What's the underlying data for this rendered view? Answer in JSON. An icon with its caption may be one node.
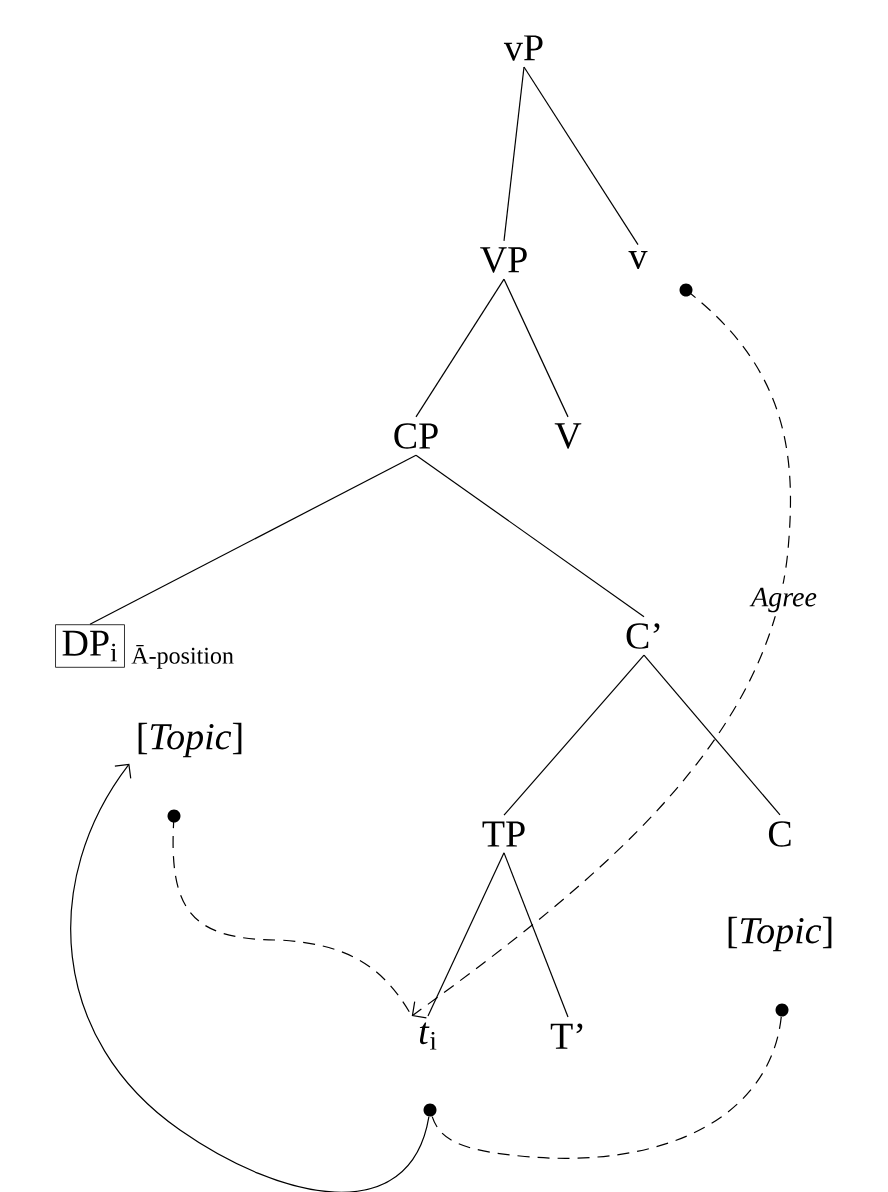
{
  "diagram": {
    "nodes": [
      {
        "text": [
          "vP"
        ]
      },
      {
        "text": [
          "VP"
        ]
      },
      {
        "text": [
          "v"
        ]
      },
      {
        "text": [
          "CP"
        ]
      },
      {
        "text": [
          "V"
        ]
      },
      {
        "text": [
          "DP$_{i}$"
        ],
        "beside": [
          "Ā-position"
        ]
      },
      {
        "text": [
          "[*Topic*]"
        ]
      },
      {
        "text": [
          "C’"
        ]
      },
      {
        "text": [
          "TP"
        ]
      },
      {
        "text": [
          "C"
        ]
      },
      {
        "text": [
          "[*Topic*]"
        ]
      },
      {
        "text": [
          "*t*$_{i}$"
        ]
      },
      {
        "text": [
          "T’"
        ]
      },
      {
        "text": [],
        "shape": "circle"
      },
      {
        "text": [],
        "shape": "circle"
      },
      {
        "text": [],
        "shape": "circle"
      },
      {
        "text": [],
        "shape": "circle"
      }
    ],
    "edges": [
      {
        "from": 0,
        "to": 1,
        "arrow": "none"
      },
      {
        "from": 0,
        "to": 2,
        "arrow": "none"
      },
      {
        "from": 1,
        "to": 3,
        "arrow": "none"
      },
      {
        "from": 1,
        "to": 4,
        "arrow": "none"
      },
      {
        "from": 3,
        "to": 5,
        "arrow": "none"
      },
      {
        "from": 3,
        "to": 7,
        "arrow": "none"
      },
      {
        "from": 7,
        "to": 8,
        "arrow": "none"
      },
      {
        "from": 7,
        "to": 9,
        "arrow": "none"
      },
      {
        "from": 8,
        "to": 11,
        "arrow": "none"
      },
      {
        "from": 8,
        "to": 12,
        "arrow": "none"
      },
      {
        "from": 13,
        "to": 11,
        "arrow": "to",
        "style": "dashed",
        "label": "*Agree*"
      },
      {
        "from": 14,
        "to": 11,
        "arrow": "none",
        "style": "dashed"
      },
      {
        "from": 15,
        "to": 16,
        "arrow": "none",
        "style": "dashed"
      },
      {
        "from": 16,
        "to": 6,
        "arrow": "to"
      }
    ]
  }
}
